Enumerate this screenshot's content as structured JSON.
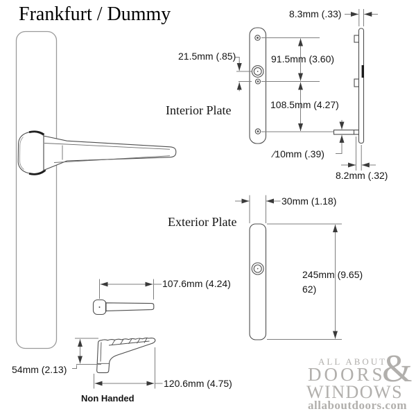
{
  "title": "Frankfurt / Dummy",
  "sections": {
    "interior_label": "Interior Plate",
    "exterior_label": "Exterior Plate",
    "non_handed": "Non Handed"
  },
  "dimensions": {
    "plate_thickness_top": "8.3mm (.33)",
    "cyl_to_screw": "21.5mm (.85)",
    "screw_spacing_upper": "91.5mm (3.60)",
    "screw_spacing_lower": "108.5mm (4.27)",
    "boss_diameter": "∕10mm (.39)",
    "plate_thickness_bottom": "8.2mm (.32)",
    "exterior_width": "30mm (1.18)",
    "exterior_height_line1": "245mm (9.65)",
    "exterior_height_line2": "62)",
    "handle_top_length": "107.6mm (4.24)",
    "handle_height": "54mm (2.13)",
    "handle_length": "120.6mm (4.75)"
  },
  "logo": {
    "line1": "ALL ABOUT",
    "line2": "DOORS",
    "ampersand": "&",
    "line3": "WINDOWS",
    "url": "allaboutdoors.com",
    "color": "#b1afac"
  },
  "colors": {
    "outline": "#4d4d4d",
    "plate_outline": "#9a9a9a",
    "dim_line": "#7d7d7d",
    "arrow": "#3a3a3a",
    "text": "#141414"
  }
}
